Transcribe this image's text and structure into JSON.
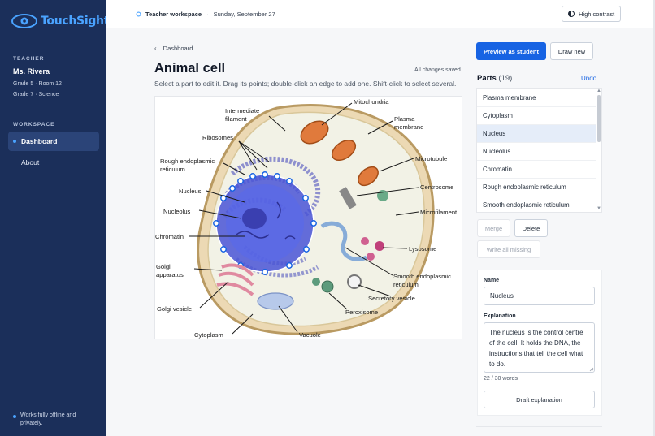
{
  "app": {
    "name": "TouchSight",
    "accent": "#1763e3",
    "sidebar_bg": "#1b2f5a"
  },
  "sidebar": {
    "teacher_heading": "TEACHER",
    "teacher_name": "Ms. Rivera",
    "classes": [
      "Grade 5 · Room 12",
      "Grade 7 · Science"
    ],
    "workspace_heading": "WORKSPACE",
    "nav": [
      {
        "label": "Dashboard",
        "active": true
      },
      {
        "label": "About",
        "active": false
      }
    ],
    "footer": "Works fully offline and privately."
  },
  "topbar": {
    "workspace": "Teacher workspace",
    "separator": "·",
    "date": "Sunday, September 27",
    "high_contrast": "High contrast"
  },
  "main": {
    "breadcrumb": "Dashboard",
    "title": "Animal cell",
    "save_status": "All changes saved",
    "hint": "Select a part to edit it. Drag its points; double-click an edge to add one. Shift-click to select several.",
    "labels": {
      "intermediate": [
        "Intermediate",
        "filament"
      ],
      "mitochondria": "Mitochondria",
      "plasma": [
        "Plasma",
        "membrane"
      ],
      "ribosomes": "Ribosomes",
      "rough_er": [
        "Rough endoplasmic",
        "reticulum"
      ],
      "microtubule": "Microtubule",
      "centrosome": "Centrosome",
      "nucleus": "Nucleus",
      "nucleolus": "Nucleolus",
      "microfilament": "Microfilament",
      "chromatin": "Chromatin",
      "lysosome": "Lysosome",
      "golgi": [
        "Golgi",
        "apparatus"
      ],
      "smooth_er": [
        "Smooth endoplasmic",
        "reticulum"
      ],
      "secretory": "Secretory vesicle",
      "golgi_vesicle": "Golgi vesicle",
      "peroxisome": "Peroxisome",
      "cytoplasm": "Cytoplasm",
      "vacuole": "Vacuole"
    }
  },
  "panel": {
    "preview": "Preview as student",
    "draw_new": "Draw new",
    "parts_title": "Parts",
    "parts_count": "(19)",
    "undo": "Undo",
    "parts": [
      {
        "label": "Plasma membrane",
        "selected": false
      },
      {
        "label": "Cytoplasm",
        "selected": false
      },
      {
        "label": "Nucleus",
        "selected": true
      },
      {
        "label": "Nucleolus",
        "selected": false
      },
      {
        "label": "Chromatin",
        "selected": false
      },
      {
        "label": "Rough endoplasmic reticulum",
        "selected": false
      },
      {
        "label": "Smooth endoplasmic reticulum",
        "selected": false
      }
    ],
    "merge": "Merge",
    "delete": "Delete",
    "write_all": "Write all missing",
    "name_label": "Name",
    "name_value": "Nucleus",
    "explanation_label": "Explanation",
    "explanation_value": "The nucleus is the control centre of the cell. It holds the DNA, the instructions that tell the cell what to do.",
    "word_count": "22 / 30 words",
    "draft": "Draft explanation"
  }
}
